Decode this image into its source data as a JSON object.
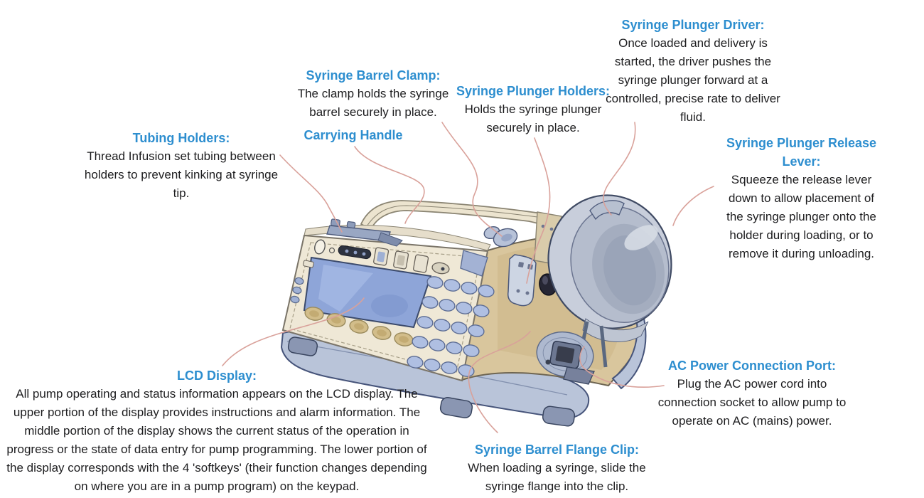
{
  "title": "Syringe infusion pump parts diagram",
  "colors": {
    "heading_blue": "#2D8ECF",
    "body_text": "#1D1D1F",
    "leader_line": "#D9A19A",
    "pump_beige": "#EFE8D6",
    "pump_tan": "#D9C69D",
    "pump_base_blue": "#B9C4D9",
    "lcd_blue": "#8EA5D8",
    "keypad_blue": "#AFBFE2",
    "softkey_tan": "#D2BD8A",
    "driver_gray": "#C8CEDB"
  },
  "illustration": {
    "name": "syringe-infusion-pump"
  },
  "labels": {
    "tubing_holders": {
      "title": "Tubing Holders:",
      "description": "Thread Infusion set tubing between holders to prevent kinking at syringe tip."
    },
    "barrel_clamp": {
      "title": "Syringe Barrel Clamp:",
      "description": "The clamp holds the syringe barrel securely in place."
    },
    "carrying_handle": {
      "title": "Carrying Handle",
      "description": ""
    },
    "plunger_holders": {
      "title": "Syringe Plunger Holders:",
      "description": "Holds the syringe plunger securely in place."
    },
    "plunger_driver": {
      "title": "Syringe Plunger Driver:",
      "description": "Once loaded and delivery is started, the driver pushes the syringe plunger forward at a controlled, precise rate to deliver fluid."
    },
    "release_lever": {
      "title": "Syringe Plunger Release Lever:",
      "description": "Squeeze the release lever down to allow placement of the syringe plunger onto the holder during loading, or to remove it during unloading."
    },
    "lcd_display": {
      "title": "LCD Display:",
      "description": "All pump operating and status information appears on the LCD display. The upper portion of the display provides instructions and alarm information. The middle portion of the display shows the current status of the operation in progress or the state of data entry for pump programming. The lower portion of the display corresponds with the 4 'softkeys' (their function changes depending on where you are in a pump program) on the keypad."
    },
    "ac_port": {
      "title": "AC Power Connection Port:",
      "description": "Plug the AC power cord into connection socket to allow pump to operate on AC (mains) power."
    },
    "flange_clip": {
      "title": "Syringe Barrel Flange Clip:",
      "description": "When loading a syringe, slide the syringe flange into the clip."
    }
  }
}
